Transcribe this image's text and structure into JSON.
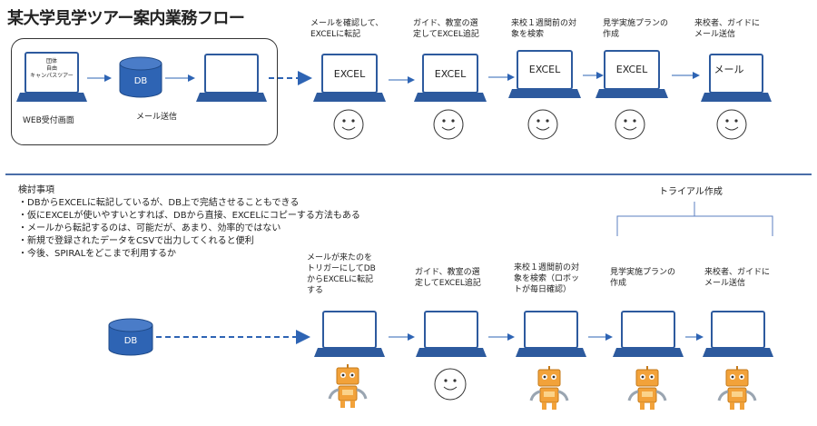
{
  "title": "某大学見学ツアー案内業務フロー",
  "top_flow": {
    "web_form_lines": [
      "団体",
      "自由",
      "キャンパスツアー"
    ],
    "web_label": "WEB受付画面",
    "db_label": "DB",
    "mail_send_label": "メール送信",
    "steps": [
      {
        "caption": [
          "メールを確認して、",
          "EXCELに転記"
        ],
        "screen": "EXCEL"
      },
      {
        "caption": [
          "ガイド、教室の選",
          "定してEXCEL追記"
        ],
        "screen": "EXCEL"
      },
      {
        "caption": [
          "来校１週間前の対",
          "象を検索"
        ],
        "screen": "EXCEL"
      },
      {
        "caption": [
          "見学実施プランの",
          "作成"
        ],
        "screen": "EXCEL"
      },
      {
        "caption": [
          "来校者、ガイドに",
          "メール送信"
        ],
        "screen": "メール"
      }
    ]
  },
  "notes": {
    "heading": "検討事項",
    "items": [
      "・DBからEXCELに転記しているが、DB上で完結させることもできる",
      "・仮にEXCELが使いやすいとすれば、DBから直接、EXCELにコピーする方法もある",
      "・メールから転記するのは、可能だが、あまり、効率的ではない",
      "・新規で登録されたデータをCSVで出力してくれると便利",
      "・今後、SPIRALをどこまで利用するか"
    ]
  },
  "bottom_flow": {
    "bracket_label": "トライアル作成",
    "db_label": "DB",
    "steps": [
      {
        "caption": [
          "メールが来たのを",
          "トリガーにしてDB",
          "からEXCELに転記",
          "する"
        ],
        "actor": "robot"
      },
      {
        "caption": [
          "ガイド、教室の選",
          "定してEXCEL追記"
        ],
        "actor": "person"
      },
      {
        "caption": [
          "来校１週間前の対",
          "象を検索（ロボッ",
          "トが毎日確認）"
        ],
        "actor": "robot"
      },
      {
        "caption": [
          "見学実施プランの",
          "作成"
        ],
        "actor": "robot"
      },
      {
        "caption": [
          "来校者、ガイドに",
          "メール送信"
        ],
        "actor": "robot"
      }
    ]
  },
  "colors": {
    "accent": "#2e64b4",
    "laptop_base": "#2d5a9e",
    "robot": "#f2a23a",
    "divider": "#4a6da8"
  }
}
